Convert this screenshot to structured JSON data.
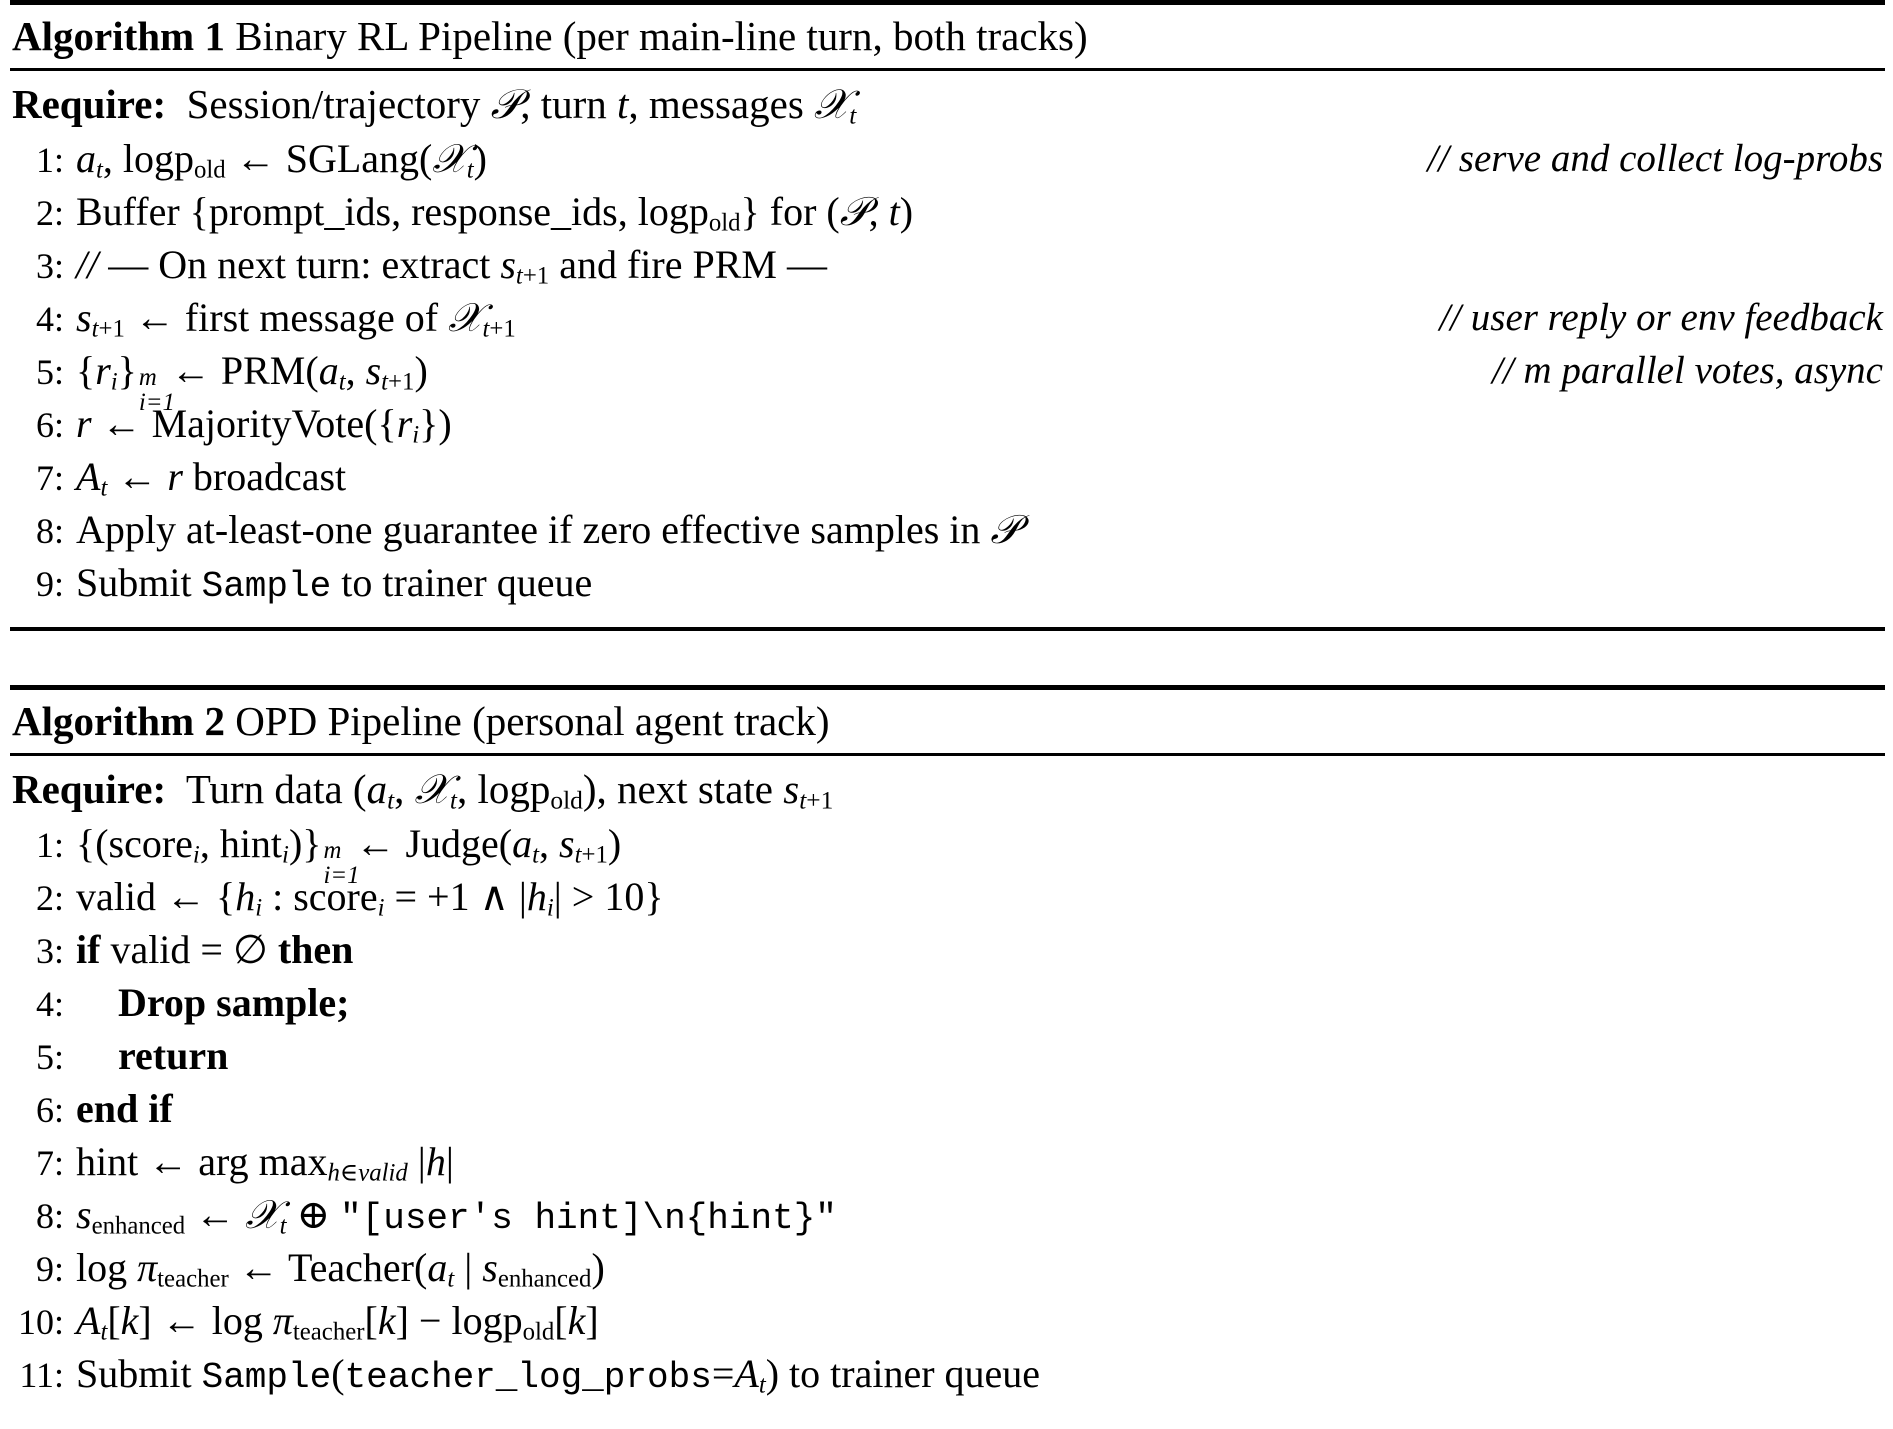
{
  "algorithms": [
    {
      "number_label": "Algorithm 1",
      "caption": "Binary RL Pipeline (per main-line turn, both tracks)",
      "require_label": "Require:",
      "require_text": "Session/trajectory 𝒯, turn t, messages ℳ_t",
      "lines": [
        {
          "no": "1:",
          "text": "a_t, logp_old ← SGLang(ℳ_t)",
          "comment": "// serve and collect log-probs"
        },
        {
          "no": "2:",
          "text": "Buffer {prompt_ids, response_ids, logp_old} for (𝒯, t)",
          "comment": ""
        },
        {
          "no": "3:",
          "text": "// — On next turn: extract s_t+1 and fire PRM —",
          "comment": ""
        },
        {
          "no": "4:",
          "text": "s_t+1 ← first message of ℳ_t+1",
          "comment": "// user reply or env feedback"
        },
        {
          "no": "5:",
          "text": "{r_i}_{i=1}^{m} ← PRM(a_t, s_t+1)",
          "comment": "// m parallel votes, async"
        },
        {
          "no": "6:",
          "text": "r ← MajorityVote({r_i})",
          "comment": ""
        },
        {
          "no": "7:",
          "text": "A_t ← r broadcast",
          "comment": ""
        },
        {
          "no": "8:",
          "text": "Apply at-least-one guarantee if zero effective samples in 𝒯",
          "comment": ""
        },
        {
          "no": "9:",
          "text": "Submit Sample to trainer queue",
          "comment": ""
        }
      ]
    },
    {
      "number_label": "Algorithm 2",
      "caption": "OPD Pipeline (personal agent track)",
      "require_label": "Require:",
      "require_text": "Turn data (a_t, ℳ_t, logp_old), next state s_t+1",
      "lines": [
        {
          "no": "1:",
          "text": "{(score_i, hint_i)}_{i=1}^{m} ← Judge(a_t, s_t+1)",
          "comment": ""
        },
        {
          "no": "2:",
          "text": "valid ← {h_i : score_i = +1 ∧ |h_i| > 10}",
          "comment": ""
        },
        {
          "no": "3:",
          "text": "if valid = ∅ then",
          "comment": ""
        },
        {
          "no": "4:",
          "text": "Drop sample;",
          "comment": ""
        },
        {
          "no": "5:",
          "text": "return",
          "comment": ""
        },
        {
          "no": "6:",
          "text": "end if",
          "comment": ""
        },
        {
          "no": "7:",
          "text": "hint ← arg max_{h∈valid} |h|",
          "comment": ""
        },
        {
          "no": "8:",
          "text": "s_enhanced ← ℳ_t ⊕ \"[user's hint]\\n{hint}\"",
          "comment": ""
        },
        {
          "no": "9:",
          "text": "log π_teacher ← Teacher(a_t | s_enhanced)",
          "comment": ""
        },
        {
          "no": "10:",
          "text": "A_t[k] ← log π_teacher[k] − logp_old[k]",
          "comment": ""
        },
        {
          "no": "11:",
          "text": "Submit Sample(teacher_log_probs=A_t) to trainer queue",
          "comment": ""
        }
      ]
    }
  ],
  "colors": {
    "ink": "#000000",
    "paper": "#ffffff"
  }
}
